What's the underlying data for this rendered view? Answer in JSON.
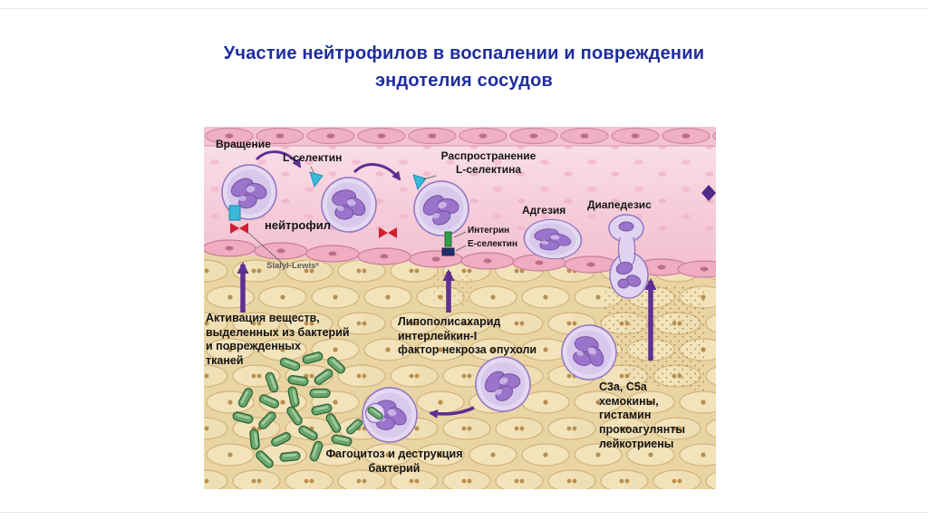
{
  "slide": {
    "title": "Участие нейтрофилов в воспалении и повреждении\nэндотелия сосудов"
  },
  "colors": {
    "title": "#1e2d9e",
    "vessel_pink": "#f6cdda",
    "endothelium_pink": "#f0b0c4",
    "tissue_tan": "#e9d5a4",
    "neutrophil_lavender": "#e0d4f2",
    "nucleus_purple": "#9a74cb",
    "bacteria_green": "#6aa76d",
    "arrow_purple": "#5e2f92",
    "marker_red": "#cf1f30",
    "marker_cyan": "#38b8da",
    "marker_green": "#2f9e44",
    "marker_navy": "#222f6b"
  },
  "diagram": {
    "labels": {
      "rolling": "Вращение",
      "l_selectin": "L-селектин",
      "neutrophil": "нейтрофил",
      "l_selectin_spread": "Распространение\nL-селектина",
      "adhesion": "Адгезия",
      "diapedesis": "Диапедезис",
      "integrin": "Интегрин",
      "e_selectin": "Е-селектин",
      "sialyl_lewis": "Sialyl-Lewisˣ",
      "activation": "Активация веществ,\nвыделенных из бактерий\nи поврежденных\nтканей",
      "lps_mediators": "Липополисахарид\nинтерлейкин-I\nфактор некроза опухоли",
      "phagocytosis": "Фагоцитоз и деструкция\nбактерий",
      "complement_mediators": "C3a, C5a\nхемокины,\nгистамин\nпрокоагулянты\nлейкотриены"
    }
  }
}
